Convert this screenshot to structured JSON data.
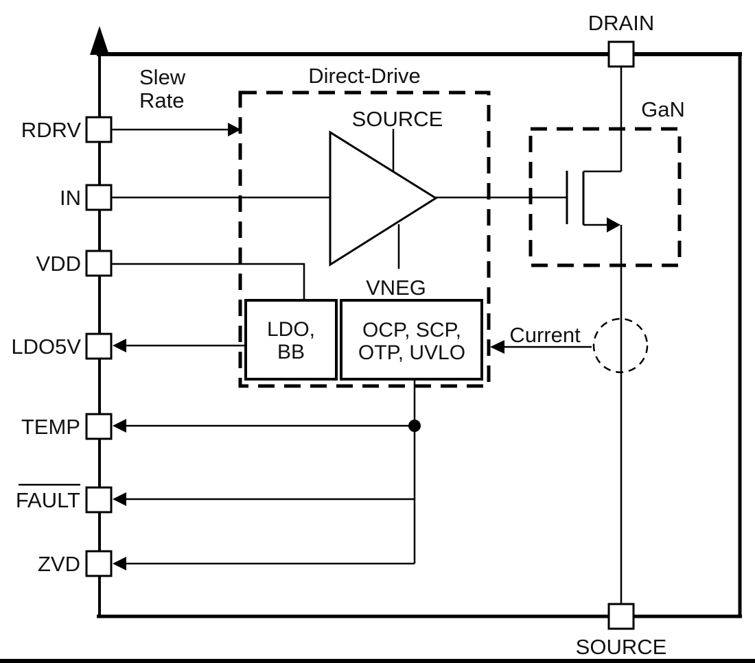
{
  "figure": {
    "background": "#ffffff",
    "line_color": "#000000",
    "text_color": "#111111"
  },
  "pins": {
    "left": [
      {
        "label": "RDRV"
      },
      {
        "label": "IN"
      },
      {
        "label": "VDD"
      },
      {
        "label": "LDO5V"
      },
      {
        "label": "TEMP"
      },
      {
        "label": "FAULT",
        "overline": true
      },
      {
        "label": "ZVD"
      }
    ],
    "top": {
      "label": "DRAIN"
    },
    "bottom": {
      "label": "SOURCE"
    }
  },
  "labels": {
    "slew_rate_line1": "Slew",
    "slew_rate_line2": "Rate",
    "direct_drive": "Direct-Drive",
    "amp_source": "SOURCE",
    "amp_vneg": "VNEG",
    "ldo_line1": "LDO,",
    "ldo_line2": "BB",
    "protection_line1": "OCP, SCP,",
    "protection_line2": "OTP, UVLO",
    "current": "Current",
    "gan": "GaN"
  }
}
